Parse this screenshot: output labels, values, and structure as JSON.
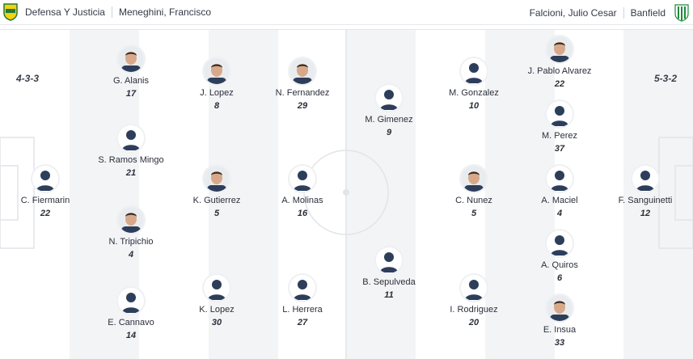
{
  "header": {
    "home_team": "Defensa Y Justicia",
    "home_coach": "Meneghini, Francisco",
    "away_coach": "Falcioni, Julio Cesar",
    "away_team": "Banfield"
  },
  "home": {
    "formation": "4-3-3",
    "players": [
      {
        "name": "C. Fiermarin",
        "number": "22",
        "avatar": "silhouette"
      },
      {
        "name": "G. Alanis",
        "number": "17",
        "avatar": "photo"
      },
      {
        "name": "S. Ramos Mingo",
        "number": "21",
        "avatar": "silhouette"
      },
      {
        "name": "N. Tripichio",
        "number": "4",
        "avatar": "photo"
      },
      {
        "name": "E. Cannavo",
        "number": "14",
        "avatar": "silhouette"
      },
      {
        "name": "J. Lopez",
        "number": "8",
        "avatar": "photo"
      },
      {
        "name": "K. Gutierrez",
        "number": "5",
        "avatar": "photo"
      },
      {
        "name": "K. Lopez",
        "number": "30",
        "avatar": "silhouette"
      },
      {
        "name": "N. Fernandez",
        "number": "29",
        "avatar": "photo"
      },
      {
        "name": "A. Molinas",
        "number": "16",
        "avatar": "silhouette"
      },
      {
        "name": "L. Herrera",
        "number": "27",
        "avatar": "silhouette"
      }
    ]
  },
  "away": {
    "formation": "5-3-2",
    "players": [
      {
        "name": "M. Gimenez",
        "number": "9",
        "avatar": "silhouette"
      },
      {
        "name": "B. Sepulveda",
        "number": "11",
        "avatar": "silhouette"
      },
      {
        "name": "M. Gonzalez",
        "number": "10",
        "avatar": "silhouette"
      },
      {
        "name": "C. Nunez",
        "number": "5",
        "avatar": "photo"
      },
      {
        "name": "I. Rodriguez",
        "number": "20",
        "avatar": "silhouette"
      },
      {
        "name": "J. Pablo Alvarez",
        "number": "22",
        "avatar": "photo"
      },
      {
        "name": "M. Perez",
        "number": "37",
        "avatar": "silhouette"
      },
      {
        "name": "A. Maciel",
        "number": "4",
        "avatar": "silhouette"
      },
      {
        "name": "A. Quiros",
        "number": "6",
        "avatar": "silhouette"
      },
      {
        "name": "E. Insua",
        "number": "33",
        "avatar": "photo"
      },
      {
        "name": "F. Sanguinetti",
        "number": "12",
        "avatar": "silhouette"
      }
    ]
  },
  "colors": {
    "home_logo_primary": "#f6d20a",
    "home_logo_secondary": "#1f7a3a",
    "away_logo": "#1e8a3c",
    "silhouette": "#2d3e5b",
    "pitch_stripe": "#f3f4f6"
  }
}
